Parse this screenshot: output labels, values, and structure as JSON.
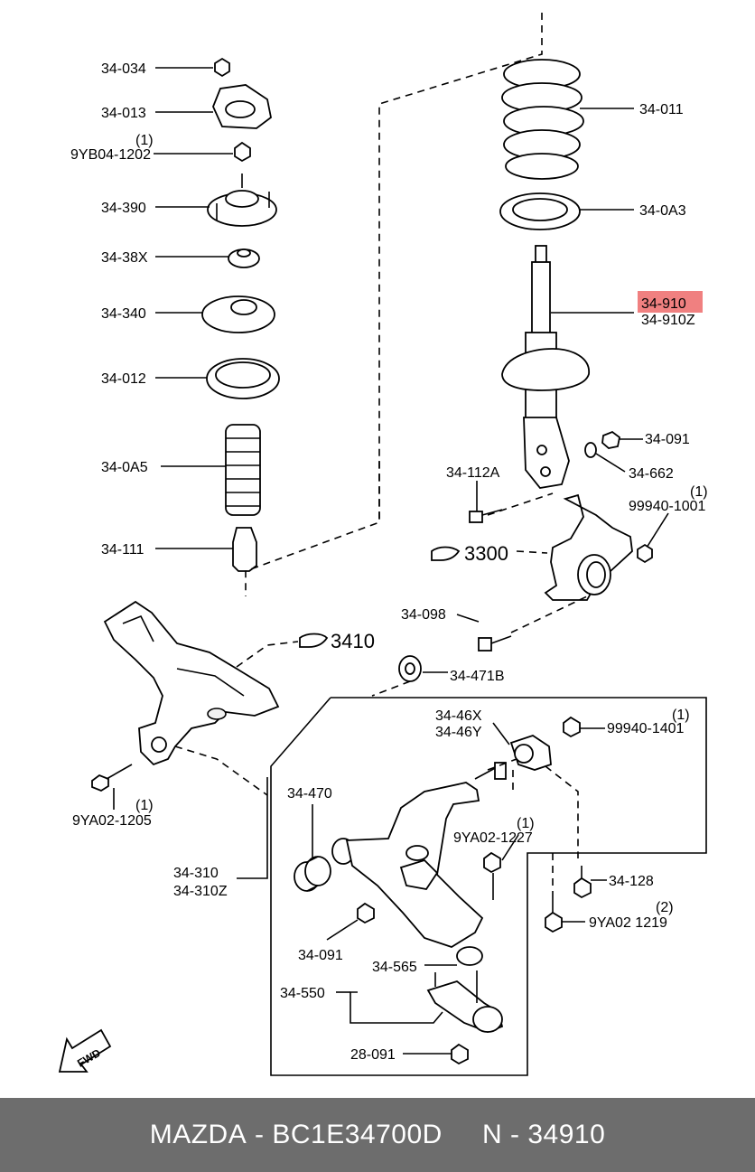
{
  "labels": {
    "p34034": "34-034",
    "p34013": "34-013",
    "p9yb04_qty": "(1)",
    "p9yb04": "9YB04-1202",
    "p34390": "34-390",
    "p3438x": "34-38X",
    "p34340": "34-340",
    "p34012": "34-012",
    "p340a5": "34-0A5",
    "p34111": "34-111",
    "p34011": "34-011",
    "p340a3": "34-0A3",
    "p34910": "34-910",
    "p34910z": "34-910Z",
    "p34091a": "34-091",
    "p34662": "34-662",
    "p34112a": "34-112A",
    "p99940_1001_qty": "(1)",
    "p99940_1001": "99940-1001",
    "p3300": "3300",
    "p34098": "34-098",
    "p3410": "3410",
    "p34471b": "34-471B",
    "p3446x": "34-46X",
    "p3446y": "34-46Y",
    "p99940_1401_qty": "(1)",
    "p99940_1401": "99940-1401",
    "p9ya02_1205_qty": "(1)",
    "p9ya02_1205": "9YA02-1205",
    "p34470": "34-470",
    "p9ya02_1227_qty": "(1)",
    "p9ya02_1227": "9YA02-1227",
    "p34310": "34-310",
    "p34310z": "34-310Z",
    "p34128": "34-128",
    "p9ya02_1219_qty": "(2)",
    "p9ya02_1219": "9YA02 1219",
    "p34091b": "34-091",
    "p34565": "34-565",
    "p34550": "34-550",
    "p28091": "28-091",
    "fwd": "FWD"
  },
  "footer": {
    "brand": "MAZDA",
    "part_number": "BC1E34700D",
    "ref": "N - 34910"
  },
  "colors": {
    "highlight": "#f08080",
    "footer_bg": "#6d6d6d"
  },
  "icons": {
    "pointer": "pointing-hand-icon",
    "direction": "fwd-arrow-icon"
  }
}
